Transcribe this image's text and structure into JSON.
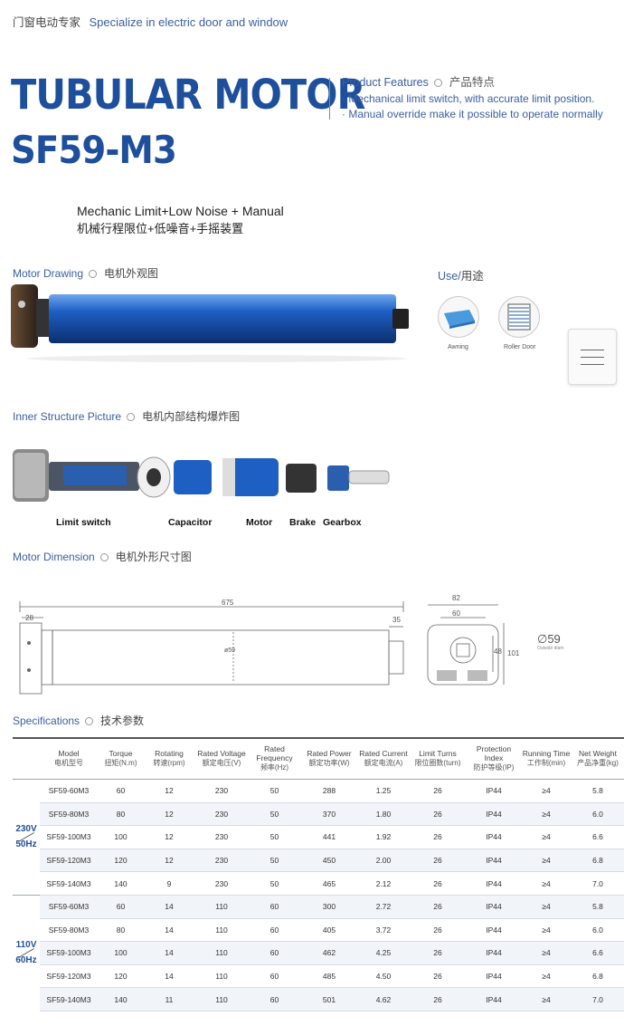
{
  "header": {
    "cn": "门窗电动专家",
    "en": "Specialize in electric door and window"
  },
  "title": {
    "line1": "TUBULAR MOTOR",
    "line2": "SF59-M3"
  },
  "features": {
    "title_en": "Product Features",
    "title_cn": "产品特点",
    "items": [
      "· Mechanical limit switch, with accurate limit position.",
      "· Manual override make it possible to operate normally"
    ]
  },
  "subtitle": {
    "en": "Mechanic Limit+Low Noise + Manual",
    "cn": "机械行程限位+低噪音+手摇装置"
  },
  "sections": {
    "drawing_en": "Motor Drawing",
    "drawing_cn": "电机外观图",
    "inner_en": "Inner Structure Picture",
    "inner_cn": "电机内部结构爆炸图",
    "dimension_en": "Motor Dimension",
    "dimension_cn": "电机外形尺寸图",
    "spec_en": "Specifications",
    "spec_cn": "技术参数"
  },
  "use": {
    "title_en": "Use/",
    "title_cn": "用途",
    "awning": "Awning",
    "roller_door": "Roller Door"
  },
  "parts": {
    "limit_switch": "Limit switch",
    "capacitor": "Capacitor",
    "motor": "Motor",
    "brake": "Brake",
    "gearbox": "Gearbox"
  },
  "dimensions": {
    "length": "675",
    "head": "28",
    "shaft": "35",
    "dia_label": "ø59",
    "width": "82",
    "inner_width": "60",
    "height_inner": "48",
    "height": "101",
    "dia_big": "∅59",
    "dia_note": "Outside diam"
  },
  "colors": {
    "brand": "#1e4f9c",
    "accent": "#3a5f9f",
    "tube": "#1d5fc2"
  },
  "table": {
    "headers": [
      {
        "en": "Model",
        "cn": "电机型号"
      },
      {
        "en": "Torque",
        "cn": "扭矩(N.m)"
      },
      {
        "en": "Rotating",
        "cn": "转速(rpm)"
      },
      {
        "en": "Rated Voltage",
        "cn": "额定电压(V)"
      },
      {
        "en": "Rated Frequency",
        "cn": "频率(Hz)"
      },
      {
        "en": "Rated Power",
        "cn": "额定功率(W)"
      },
      {
        "en": "Rated Current",
        "cn": "额定电流(A)"
      },
      {
        "en": "Limit Turns",
        "cn": "限位圈数(turn)"
      },
      {
        "en": "Protection Index",
        "cn": "防护等级(IP)"
      },
      {
        "en": "Running Time",
        "cn": "工作制(min)"
      },
      {
        "en": "Net Weight",
        "cn": "产品净重(kg)"
      }
    ],
    "group1_label1": "230V",
    "group1_label2": "50Hz",
    "group2_label1": "110V",
    "group2_label2": "60Hz",
    "rows": [
      [
        "SF59-60M3",
        "60",
        "12",
        "230",
        "50",
        "288",
        "1.25",
        "26",
        "IP44",
        "≥4",
        "5.8"
      ],
      [
        "SF59-80M3",
        "80",
        "12",
        "230",
        "50",
        "370",
        "1.80",
        "26",
        "IP44",
        "≥4",
        "6.0"
      ],
      [
        "SF59-100M3",
        "100",
        "12",
        "230",
        "50",
        "441",
        "1.92",
        "26",
        "IP44",
        "≥4",
        "6.6"
      ],
      [
        "SF59-120M3",
        "120",
        "12",
        "230",
        "50",
        "450",
        "2.00",
        "26",
        "IP44",
        "≥4",
        "6.8"
      ],
      [
        "SF59-140M3",
        "140",
        "9",
        "230",
        "50",
        "465",
        "2.12",
        "26",
        "IP44",
        "≥4",
        "7.0"
      ],
      [
        "SF59-60M3",
        "60",
        "14",
        "110",
        "60",
        "300",
        "2.72",
        "26",
        "IP44",
        "≥4",
        "5.8"
      ],
      [
        "SF59-80M3",
        "80",
        "14",
        "110",
        "60",
        "405",
        "3.72",
        "26",
        "IP44",
        "≥4",
        "6.0"
      ],
      [
        "SF59-100M3",
        "100",
        "14",
        "110",
        "60",
        "462",
        "4.25",
        "26",
        "IP44",
        "≥4",
        "6.6"
      ],
      [
        "SF59-120M3",
        "120",
        "14",
        "110",
        "60",
        "485",
        "4.50",
        "26",
        "IP44",
        "≥4",
        "6.8"
      ],
      [
        "SF59-140M3",
        "140",
        "11",
        "110",
        "60",
        "501",
        "4.62",
        "26",
        "IP44",
        "≥4",
        "7.0"
      ]
    ]
  }
}
